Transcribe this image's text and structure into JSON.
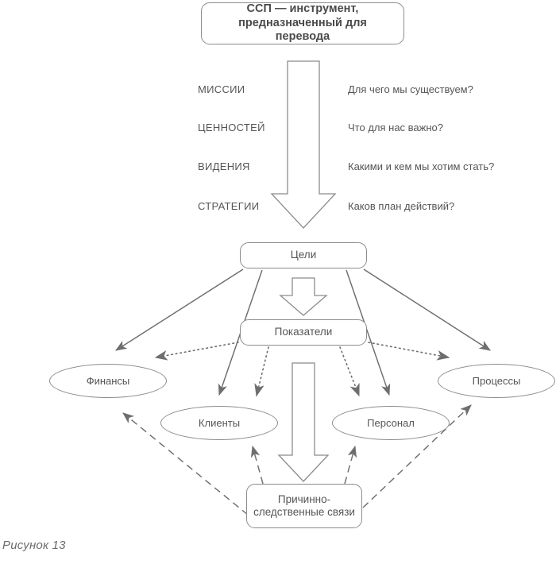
{
  "figure": {
    "caption": "Рисунок 13",
    "stroke_color": "#8c8c8c",
    "text_color": "#555555",
    "background": "#ffffff"
  },
  "title_box": {
    "line1": "ССП — инструмент,",
    "line2": "предназначенный для перевода"
  },
  "translation_rows": [
    {
      "keyword": "МИССИИ",
      "question": "Для чего мы существуем?"
    },
    {
      "keyword": "ЦЕННОСТЕЙ",
      "question": "Что для нас важно?"
    },
    {
      "keyword": "ВИДЕНИЯ",
      "question": "Какими и кем мы хотим стать?"
    },
    {
      "keyword": "СТРАТЕГИИ",
      "question": "Каков план действий?"
    }
  ],
  "nodes": {
    "goals": "Цели",
    "indicators": "Показатели",
    "finance": "Финансы",
    "clients": "Клиенты",
    "personnel": "Персонал",
    "processes": "Процессы",
    "causal_line1": "Причинно-",
    "causal_line2": "следственные связи"
  },
  "connectors": {
    "big_arrow_top": "block-arrow-down",
    "goals_to_indicators": "block-arrow-down",
    "indicators_to_causal": "block-arrow-down",
    "goals_solid": [
      "Финансы",
      "Клиенты",
      "Персонал",
      "Процессы"
    ],
    "indicators_dotted": [
      "Финансы",
      "Клиенты",
      "Персонал",
      "Процессы"
    ],
    "causal_dashed": [
      "Финансы",
      "Клиенты",
      "Персонал",
      "Процессы"
    ]
  }
}
